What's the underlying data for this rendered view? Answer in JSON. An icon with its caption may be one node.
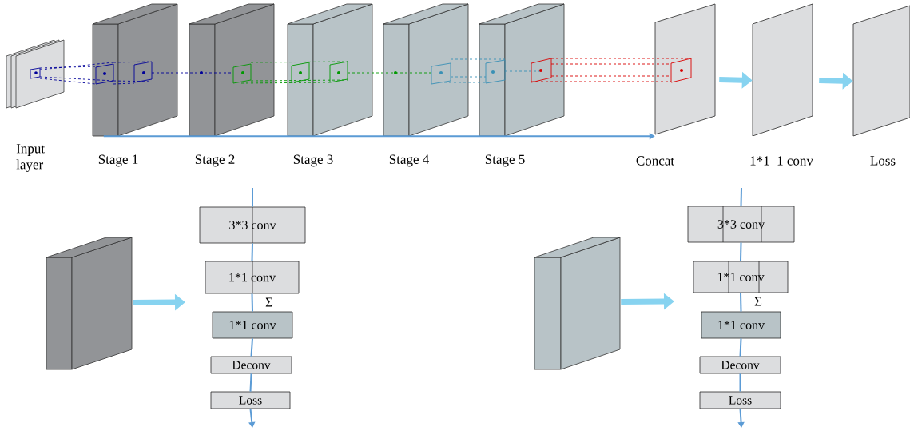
{
  "diagram": {
    "nodes": [
      {
        "text": [
          "Input layer"
        ]
      },
      {
        "text": [
          "Stage 1"
        ]
      },
      {
        "text": [
          "Stage 2"
        ]
      },
      {
        "text": [
          "Stage 3"
        ]
      },
      {
        "text": [
          "Stage 4"
        ]
      },
      {
        "text": [
          "Stage 5"
        ]
      },
      {
        "text": [
          "Concat"
        ]
      },
      {
        "text": [
          "1*1–1 conv"
        ]
      },
      {
        "text": [
          "Loss"
        ]
      },
      {
        "text": [],
        "shape": "box"
      },
      {
        "text": [
          "3*3 conv"
        ]
      },
      {
        "text": [
          "1*1 conv"
        ]
      },
      {
        "text": [
          "1*1 conv"
        ]
      },
      {
        "text": [
          "Deconv"
        ]
      },
      {
        "text": [
          "Loss"
        ]
      },
      {
        "text": [],
        "shape": "box"
      },
      {
        "text": [
          "3*3 conv"
        ]
      },
      {
        "text": [
          "1*1 conv"
        ]
      },
      {
        "text": [
          "1*1 conv"
        ]
      },
      {
        "text": [
          "Deconv"
        ]
      },
      {
        "text": [
          "Loss"
        ]
      }
    ],
    "edges": [
      {
        "from": 1,
        "to": 6,
        "arrow": "to"
      },
      {
        "from": 6,
        "to": 7,
        "arrow": "to",
        "style": "thick",
        "color": "#87d3f0"
      },
      {
        "from": 7,
        "to": 8,
        "arrow": "to",
        "style": "thick",
        "color": "#87d3f0"
      },
      {
        "from": 9,
        "to": null,
        "arrow": "to",
        "style": "thick",
        "color": "#87d3f0"
      },
      {
        "from": null,
        "to": 10,
        "arrow": "none"
      },
      {
        "from": 10,
        "to": 11,
        "arrow": "none"
      },
      {
        "from": 11,
        "to": 12,
        "arrow": "none"
      },
      {
        "from": 12,
        "to": 13,
        "arrow": "none"
      },
      {
        "from": 13,
        "to": 14,
        "arrow": "none"
      },
      {
        "from": 14,
        "to": null,
        "arrow": "to"
      },
      {
        "from": 15,
        "to": null,
        "arrow": "to",
        "style": "thick",
        "color": "#87d3f0"
      },
      {
        "from": null,
        "to": 16,
        "arrow": "none"
      },
      {
        "from": 16,
        "to": 17,
        "arrow": "none"
      },
      {
        "from": 17,
        "to": 18,
        "arrow": "none"
      },
      {
        "from": 18,
        "to": 19,
        "arrow": "none"
      },
      {
        "from": 19,
        "to": 20,
        "arrow": "none"
      },
      {
        "from": 20,
        "to": null,
        "arrow": "to"
      }
    ],
    "labels": [
      "Σ",
      "Σ"
    ]
  }
}
